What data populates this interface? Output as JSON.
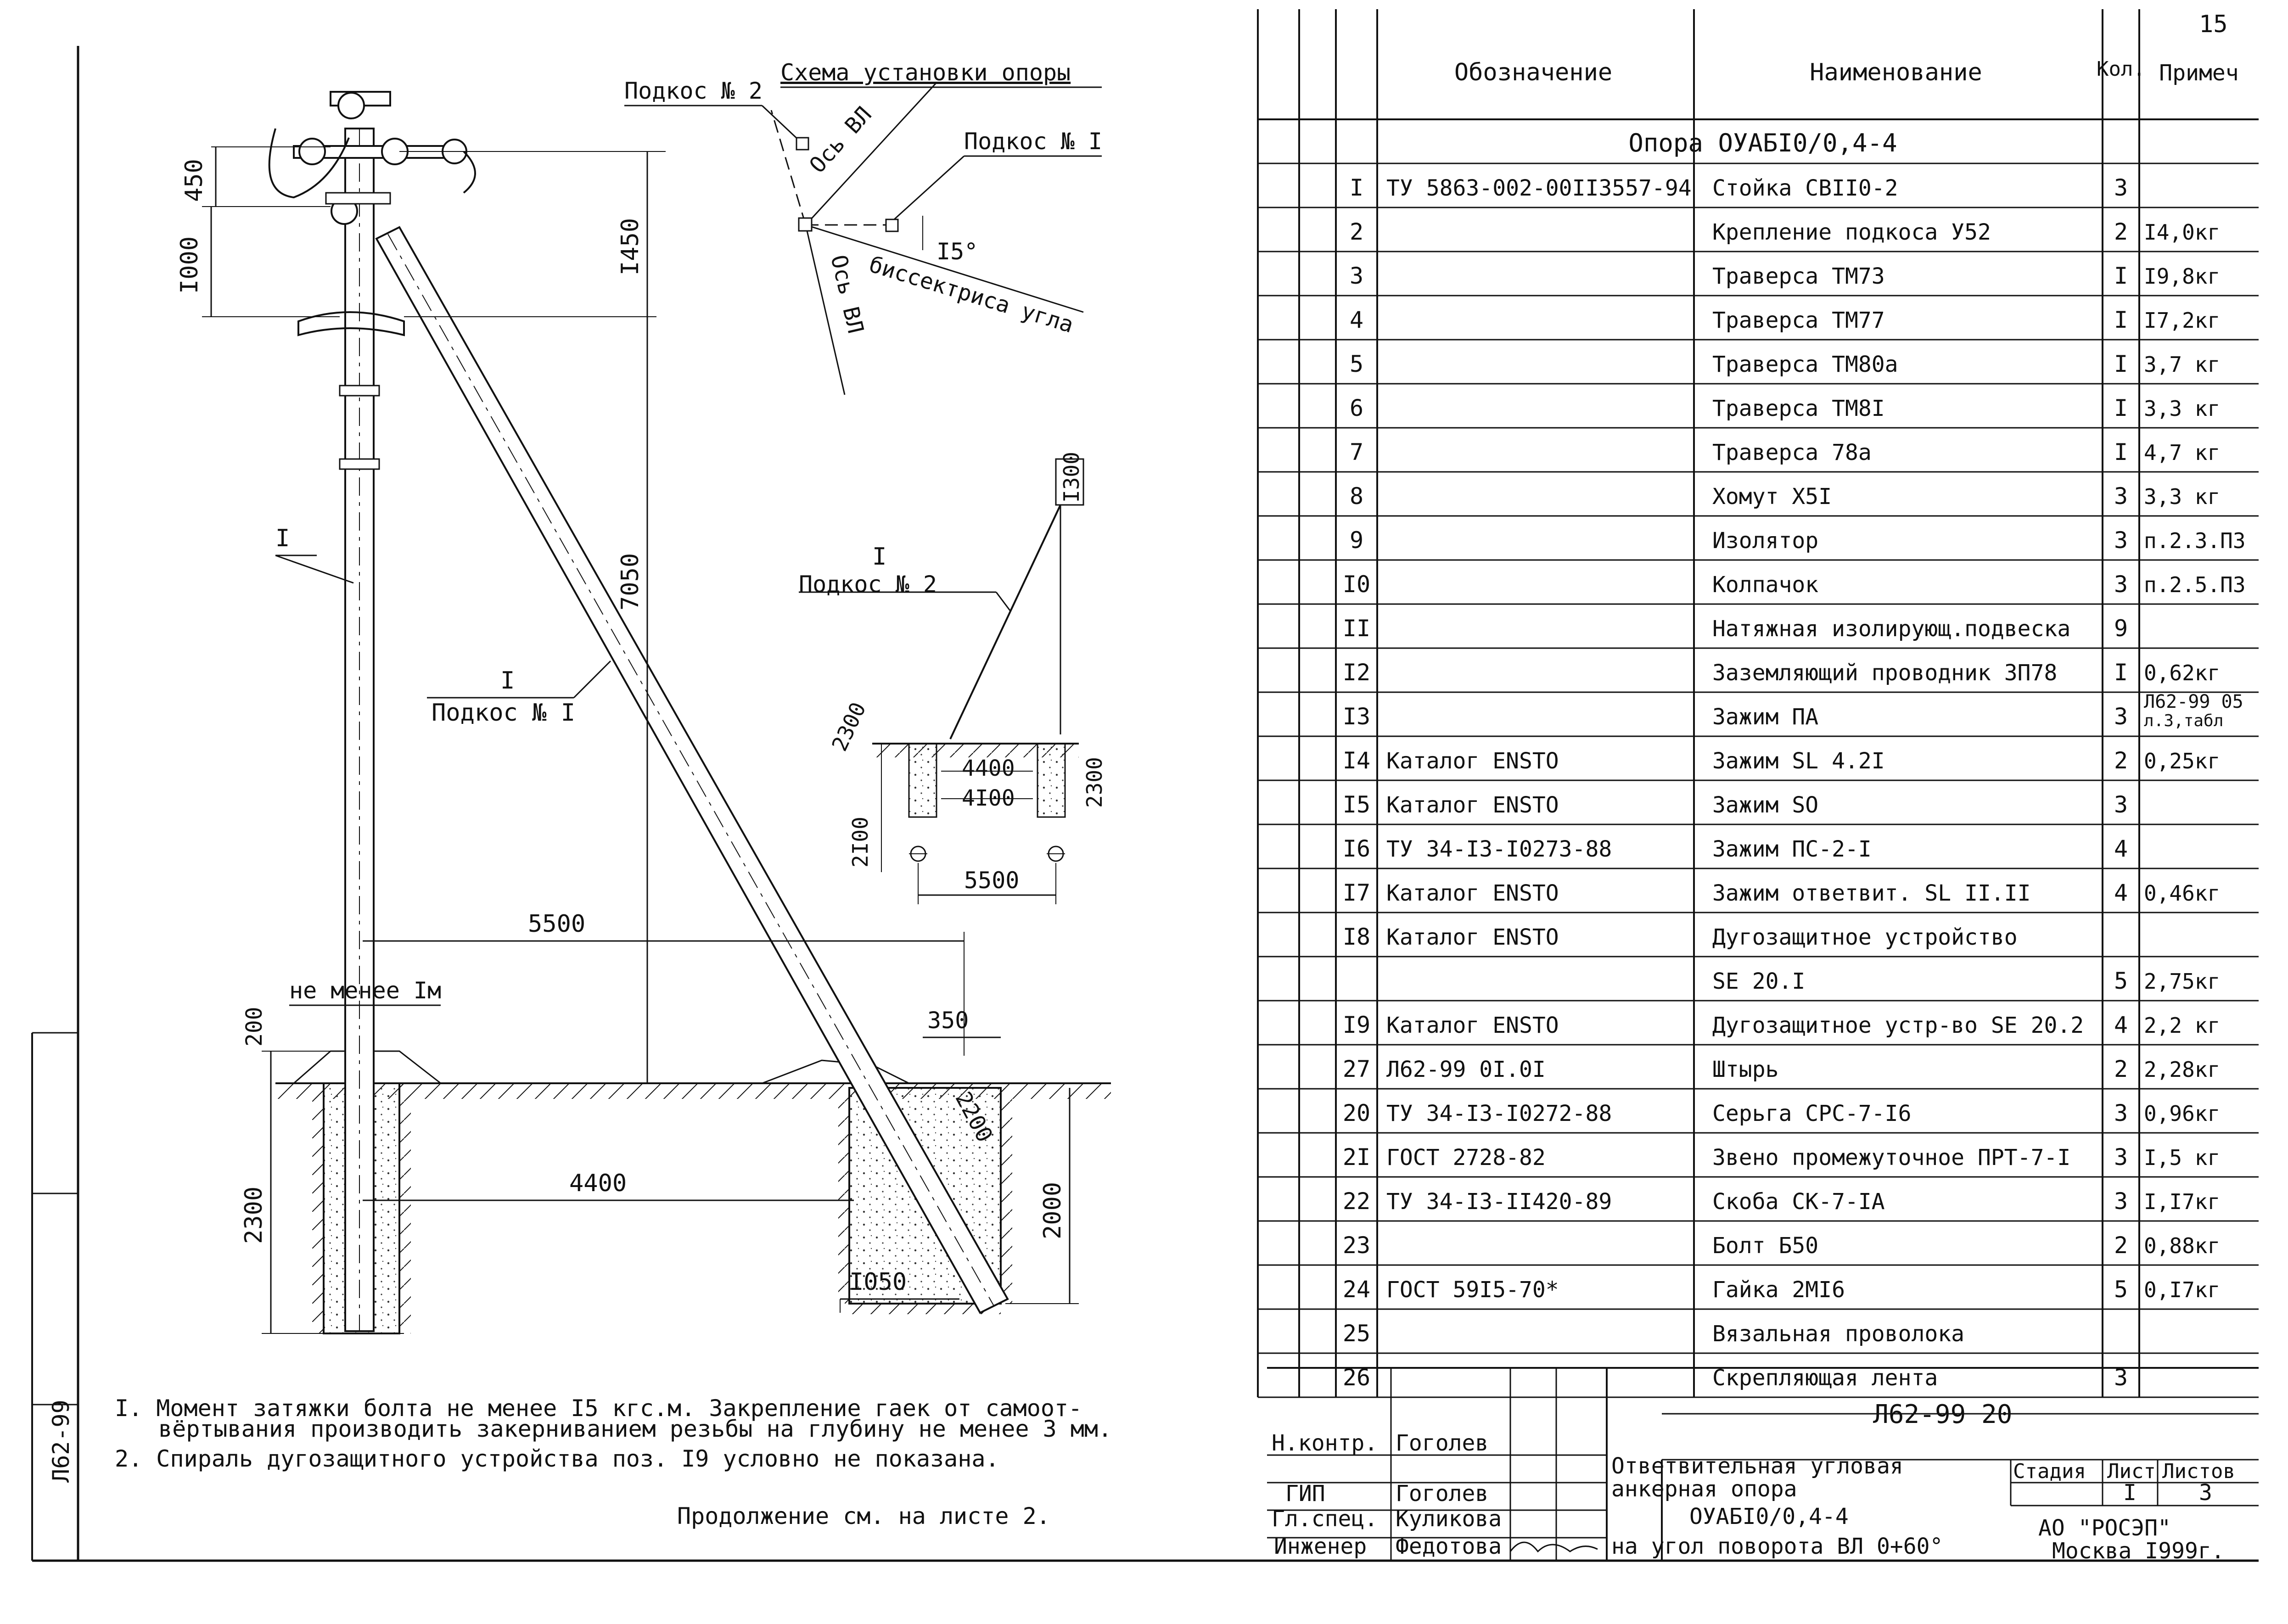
{
  "page_number": "15",
  "scheme": {
    "title": "Схема установки опоры",
    "strut2": "Подкос № 2",
    "strut1": "Подкос № I",
    "axis1": "Ось ВЛ",
    "axis2": "Ось ВЛ",
    "angle": "I5°",
    "bisector": "биссектриса угла"
  },
  "elevation": {
    "dim_450": "450",
    "dim_1000": "I000",
    "dim_1450": "I450",
    "dim_7050": "7050",
    "dim_5500": "5500",
    "dim_4400": "4400",
    "dim_2300": "2300",
    "dim_200": "200",
    "dim_350": "350",
    "dim_2200": "2200",
    "dim_2000": "2000",
    "dim_1050": "I050",
    "not_less": "не менее Iм",
    "pos_label": "I",
    "strut1_pos": "I",
    "strut1_label": "Подкос № I"
  },
  "plan": {
    "dim_1300": "I300",
    "pos_label": "I",
    "strut2_label": "Подкос № 2",
    "dim_2300_a": "2300",
    "dim_4400": "4400",
    "dim_4100": "4I00",
    "dim_2300_b": "2300",
    "dim_2100": "2I00",
    "dim_5500": "5500"
  },
  "notes": [
    "I. Момент затяжки болта не менее I5 кгс.м. Закрепление гаек от самоот-",
    "вёртывания производить закерниванием резьбы на глубину не менее 3 мм.",
    "2. Спираль дугозащитного устройства поз. I9 условно не показана."
  ],
  "continuation": "Продолжение см. на листе 2.",
  "side_stamp": "Л62-99",
  "spec": {
    "headers": {
      "designation": "Обозначение",
      "name": "Наименование",
      "qty": "Кол.",
      "note": "Примеч"
    },
    "section_title": "Опора ОУАБI0/0,4-4",
    "rows": [
      {
        "pos": "I",
        "designation": "ТУ 5863-002-00II3557-94",
        "name": "Стойка  СВII0-2",
        "qty": "3",
        "note": ""
      },
      {
        "pos": "2",
        "designation": "",
        "name": "Крепление подкоса У52",
        "qty": "2",
        "note": "I4,0кг"
      },
      {
        "pos": "3",
        "designation": "",
        "name": "Траверса ТМ73",
        "qty": "I",
        "note": "I9,8кг"
      },
      {
        "pos": "4",
        "designation": "",
        "name": "Траверса ТМ77",
        "qty": "I",
        "note": "I7,2кг"
      },
      {
        "pos": "5",
        "designation": "",
        "name": "Траверса ТМ80а",
        "qty": "I",
        "note": "3,7 кг"
      },
      {
        "pos": "6",
        "designation": "",
        "name": "Траверса ТМ8I",
        "qty": "I",
        "note": "3,3 кг"
      },
      {
        "pos": "7",
        "designation": "",
        "name": "Траверса 78а",
        "qty": "I",
        "note": "4,7 кг"
      },
      {
        "pos": "8",
        "designation": "",
        "name": "Хомут Х5I",
        "qty": "3",
        "note": "3,3 кг"
      },
      {
        "pos": "9",
        "designation": "",
        "name": "Изолятор",
        "qty": "3",
        "note": "п.2.3.ПЗ"
      },
      {
        "pos": "I0",
        "designation": "",
        "name": "Колпачок",
        "qty": "3",
        "note": "п.2.5.ПЗ"
      },
      {
        "pos": "II",
        "designation": "",
        "name": "Натяжная изолирующ.подвеска",
        "qty": "9",
        "note": ""
      },
      {
        "pos": "I2",
        "designation": "",
        "name": "Заземляющий проводник  ЗП78",
        "qty": "I",
        "note": "0,62кг"
      },
      {
        "pos": "I3",
        "designation": "",
        "name": "Зажим ПА",
        "qty": "3",
        "note": "Л62-99 05",
        "note2": "л.3,табл"
      },
      {
        "pos": "I4",
        "designation": "Каталог ENSTO",
        "name": "Зажим SL 4.2I",
        "qty": "2",
        "note": "0,25кг"
      },
      {
        "pos": "I5",
        "designation": "Каталог ENSTO",
        "name": "Зажим  SO",
        "qty": "3",
        "note": ""
      },
      {
        "pos": "I6",
        "designation": "ТУ 34-I3-I0273-88",
        "name": "Зажим ПС-2-I",
        "qty": "4",
        "note": ""
      },
      {
        "pos": "I7",
        "designation": "Каталог ENSTO",
        "name": "Зажим ответвит.  SL II.II",
        "qty": "4",
        "note": "0,46кг"
      },
      {
        "pos": "I8",
        "designation": "Каталог ENSTO",
        "name": "Дугозащитное устройство",
        "qty": "",
        "note": ""
      },
      {
        "pos": "",
        "designation": "",
        "name": "SE 20.I",
        "qty": "5",
        "note": "2,75кг"
      },
      {
        "pos": "I9",
        "designation": "Каталог ENSTO",
        "name": "Дугозащитное устр-во SE 20.2",
        "qty": "4",
        "note": "2,2 кг"
      },
      {
        "pos": "27",
        "designation": "Л62-99 0I.0I",
        "name": "Штырь",
        "qty": "2",
        "note": "2,28кг"
      },
      {
        "pos": "20",
        "designation": "ТУ 34-I3-I0272-88",
        "name": "Серьга СРС-7-I6",
        "qty": "3",
        "note": "0,96кг"
      },
      {
        "pos": "2I",
        "designation": "ГОСТ 2728-82",
        "name": "Звено промежуточное ПРТ-7-I",
        "qty": "3",
        "note": "I,5 кг"
      },
      {
        "pos": "22",
        "designation": "ТУ 34-I3-II420-89",
        "name": "Скоба СК-7-IА",
        "qty": "3",
        "note": "I,I7кг"
      },
      {
        "pos": "23",
        "designation": "",
        "name": "Болт Б50",
        "qty": "2",
        "note": "0,88кг"
      },
      {
        "pos": "24",
        "designation": "ГОСТ 59I5-70*",
        "name": "Гайка 2МI6",
        "qty": "5",
        "note": "0,I7кг"
      },
      {
        "pos": "25",
        "designation": "",
        "name": "Вязальная проволока",
        "qty": "",
        "note": ""
      },
      {
        "pos": "26",
        "designation": "",
        "name": "Скрепляющая лента",
        "qty": "3",
        "note": ""
      }
    ]
  },
  "title_block": {
    "doc_code": "Л62-99 20",
    "roles": [
      {
        "role": "Н.контр.",
        "name": "Гоголев"
      },
      {
        "role": "ГИП",
        "name": "Гоголев"
      },
      {
        "role": "Гл.спец.",
        "name": "Куликова"
      },
      {
        "role": "Инженер",
        "name": "Федотова"
      }
    ],
    "title_lines": [
      "Ответвительная угловая",
      "анкерная опора",
      "ОУАБI0/0,4-4",
      "на угол поворота ВЛ 0+60°"
    ],
    "stage_label": "Стадия",
    "sheet_label": "Лист",
    "sheets_label": "Листов",
    "stage": "",
    "sheet": "I",
    "sheets": "3",
    "org": "АО \"РОСЭП\"",
    "city_year": "Москва I999г."
  }
}
